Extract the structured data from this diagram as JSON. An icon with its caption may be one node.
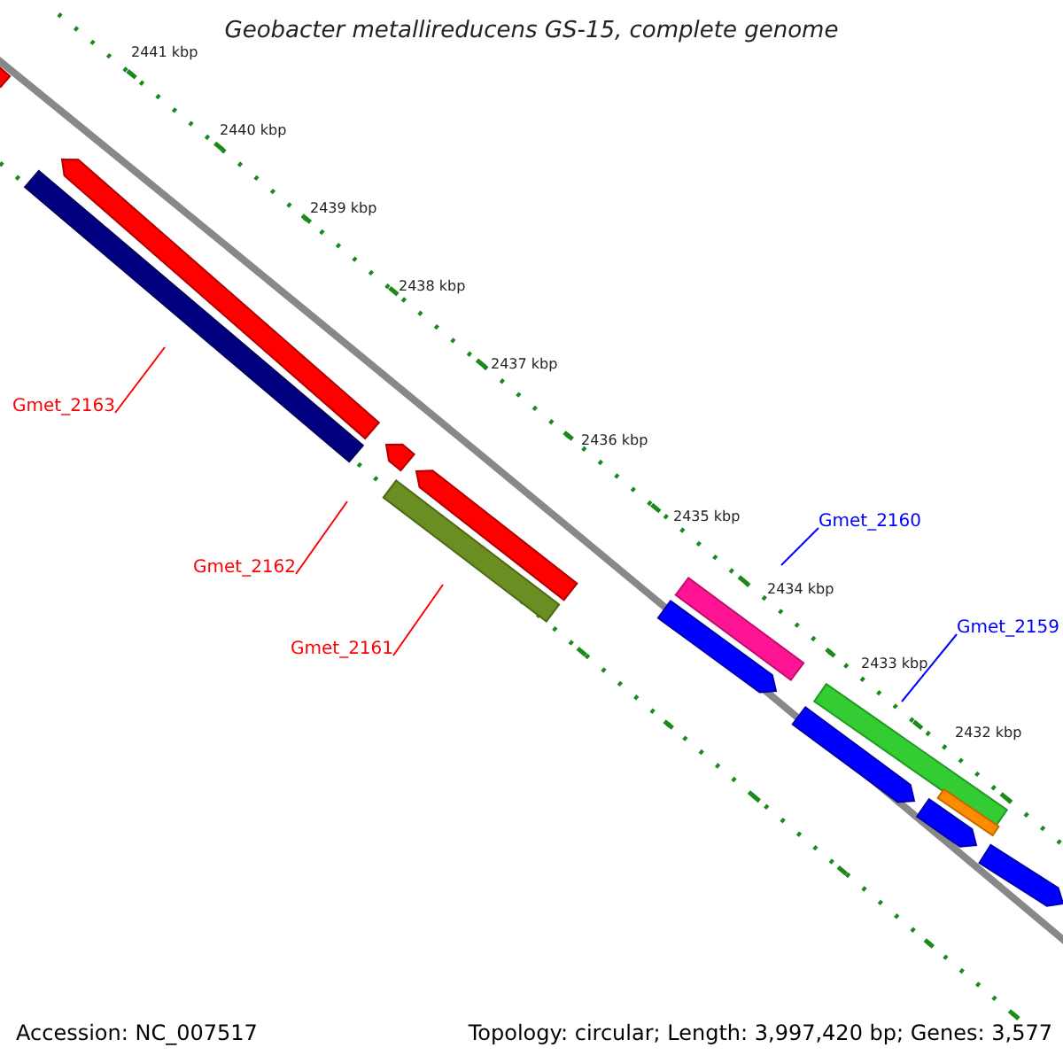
{
  "diagram": {
    "title": "Geobacter metallireducens GS-15, complete genome",
    "nodes": [
      {
        "text": [
          "Gmet_2163"
        ]
      },
      {
        "text": [
          "Gmet_2162"
        ]
      },
      {
        "text": [
          "Gmet_2161"
        ]
      },
      {
        "text": [
          "Gmet_2160"
        ]
      },
      {
        "text": [
          "Gmet_2159"
        ]
      }
    ],
    "edges": [
      {
        "from": 0,
        "to": null,
        "arrow": "none"
      },
      {
        "from": 1,
        "to": null,
        "arrow": "none"
      },
      {
        "from": 2,
        "to": null,
        "arrow": "none"
      },
      {
        "from": 3,
        "to": null,
        "arrow": "none",
        "color": "#0000ff"
      },
      {
        "from": 4,
        "to": null,
        "arrow": "none",
        "color": "#0000ff"
      }
    ],
    "labels": [
      "2441 kbp",
      "2440 kbp",
      "2439 kbp",
      "2438 kbp",
      "2437 kbp",
      "2436 kbp",
      "2435 kbp",
      "2434 kbp",
      "2433 kbp",
      "2432 kbp",
      "Accession: NC_007517",
      "Topology: circular; Length: 3,997,420 bp; Genes: 3,577"
    ]
  }
}
